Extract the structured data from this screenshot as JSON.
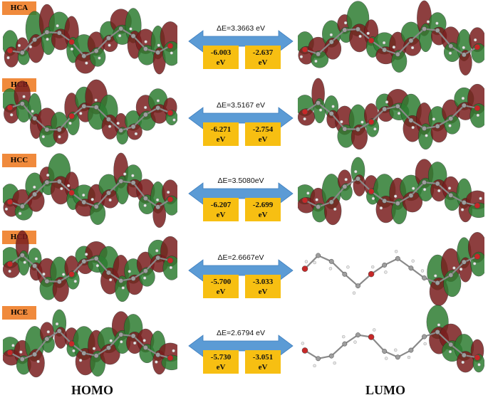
{
  "rows": [
    {
      "name": "HCA",
      "deltaE": "ΔE=3.3663 eV",
      "homo_val": "-6.003",
      "lumo_val": "-2.637",
      "unit": "eV",
      "lumo_extent": "full"
    },
    {
      "name": "HCB",
      "deltaE": "ΔE=3.5167 eV",
      "homo_val": "-6.271",
      "lumo_val": "-2.754",
      "unit": "eV",
      "lumo_extent": "full"
    },
    {
      "name": "HCC",
      "deltaE": "ΔE=3.5080eV",
      "homo_val": "-6.207",
      "lumo_val": "-2.699",
      "unit": "eV",
      "lumo_extent": "full"
    },
    {
      "name": "HCD",
      "deltaE": "ΔE=2.6667eV",
      "homo_val": "-5.700",
      "lumo_val": "-3.033",
      "unit": "eV",
      "lumo_extent": "right"
    },
    {
      "name": "HCE",
      "deltaE": "ΔE=2.6794 eV",
      "homo_val": "-5.730",
      "lumo_val": "-3.051",
      "unit": "eV",
      "lumo_extent": "right"
    }
  ],
  "footer": {
    "homo": "HOMO",
    "lumo": "LUMO"
  },
  "colors": {
    "tag": "#f08a3c",
    "box": "#f7bf12",
    "arrow": "#5b9bd5",
    "lobe_red": "#7a1e1e",
    "lobe_green": "#2e7d32"
  }
}
